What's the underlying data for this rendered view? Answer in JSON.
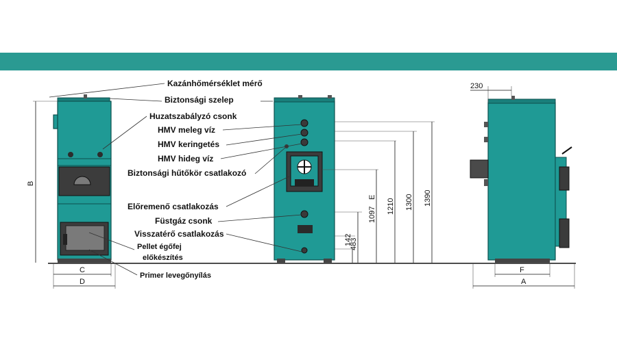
{
  "labels": {
    "temp_gauge": "Kazánhőmérséklet mérő",
    "safety_valve": "Biztonsági szelep",
    "draft_regulator": "Huzatszabályzó csonk",
    "dhw_hot": "HMV meleg víz",
    "dhw_circ": "HMV keringetés",
    "dhw_cold": "HMV hideg víz",
    "safety_cooling": "Biztonsági hűtőkör csatlakozó",
    "flow": "Előremenő csatlakozás",
    "flue": "Füstgáz csonk",
    "return": "Visszatérő csatlakozás",
    "pellet_line1": "Pellet égőfej",
    "pellet_line2": "előkészítés",
    "primary_air": "Primer levegőnyílás"
  },
  "dimensions": {
    "d230": "230",
    "d1390": "1390",
    "d1300": "1300",
    "d1210": "1210",
    "d1097": "1097",
    "dE": "E",
    "d483": "483",
    "d142": "142",
    "dA": "A",
    "dB": "B",
    "dC": "C",
    "dD": "D",
    "dF": "F"
  },
  "colors": {
    "header_band": "#2a9a92",
    "boiler_body": "#1f9a95",
    "outline": "#0e4f4d"
  }
}
